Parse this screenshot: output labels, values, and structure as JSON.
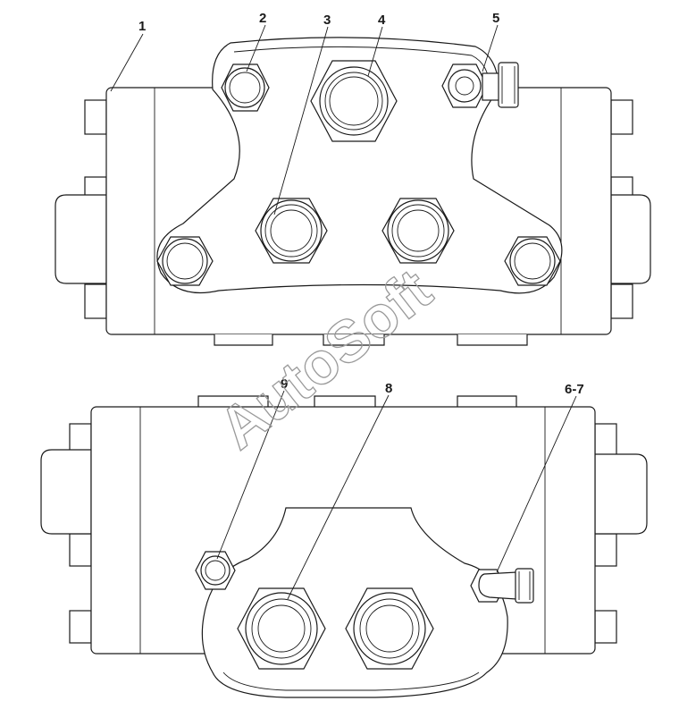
{
  "callouts": {
    "c1": "1",
    "c2": "2",
    "c3": "3",
    "c4": "4",
    "c5": "5",
    "c6_7": "6-7",
    "c8": "8",
    "c9": "9"
  },
  "watermark": "AutoSoft"
}
